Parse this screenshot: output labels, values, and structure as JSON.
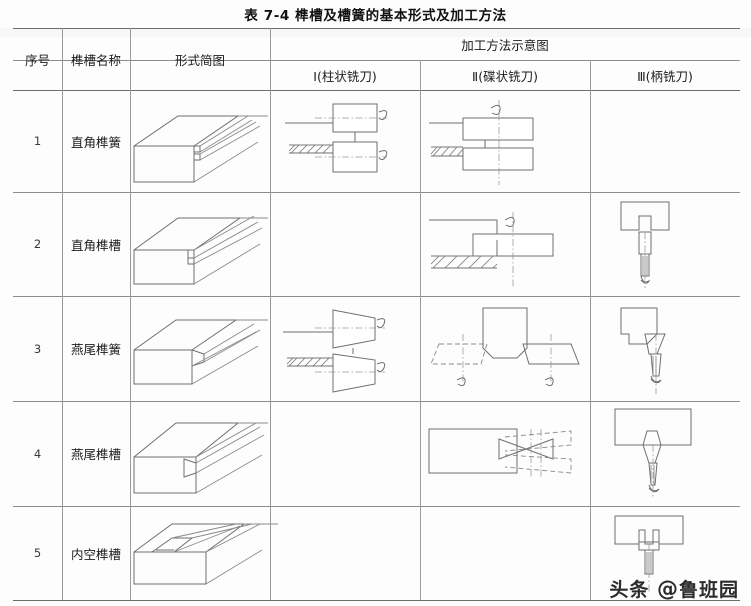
{
  "title": "表 7-4  榫槽及槽簧的基本形式及加工方法",
  "table": {
    "headers": {
      "index": "序号",
      "name": "榫槽名称",
      "shape": "形式简图",
      "method_group": "加工方法示意图",
      "method_1": "Ⅰ(柱状铣刀)",
      "method_2": "Ⅱ(碟状铣刀)",
      "method_3": "Ⅲ(柄铣刀)"
    },
    "rows": [
      {
        "index": "1",
        "name": "直角榫簧",
        "shape": "square-tongue-isometric",
        "m1": "cylindrical-cutter-pair",
        "m2": "disc-cutter-pair",
        "m3": ""
      },
      {
        "index": "2",
        "name": "直角榫槽",
        "shape": "square-groove-isometric",
        "m1": "",
        "m2": "disc-cutter-single",
        "m3": "end-mill-straight"
      },
      {
        "index": "3",
        "name": "燕尾榫簧",
        "shape": "dovetail-tongue-isometric",
        "m1": "taper-cutter-pair",
        "m2": "dovetail-disc-cutter-pair",
        "m3": "dovetail-end-mill"
      },
      {
        "index": "4",
        "name": "燕尾榫槽",
        "shape": "dovetail-groove-isometric",
        "m1": "",
        "m2": "dovetail-crossed-cutters",
        "m3": "dovetail-end-mill-groove"
      },
      {
        "index": "5",
        "name": "内空榫槽",
        "shape": "tslot-isometric",
        "m1": "",
        "m2": "",
        "m3": "tslot-cutter"
      }
    ]
  },
  "watermark": {
    "prefix": "头条",
    "at": "@",
    "brand": "鲁班园"
  },
  "colors": {
    "line": "#6f6f6f",
    "rule": "#8d8d8d",
    "text": "#1c1c1c"
  }
}
